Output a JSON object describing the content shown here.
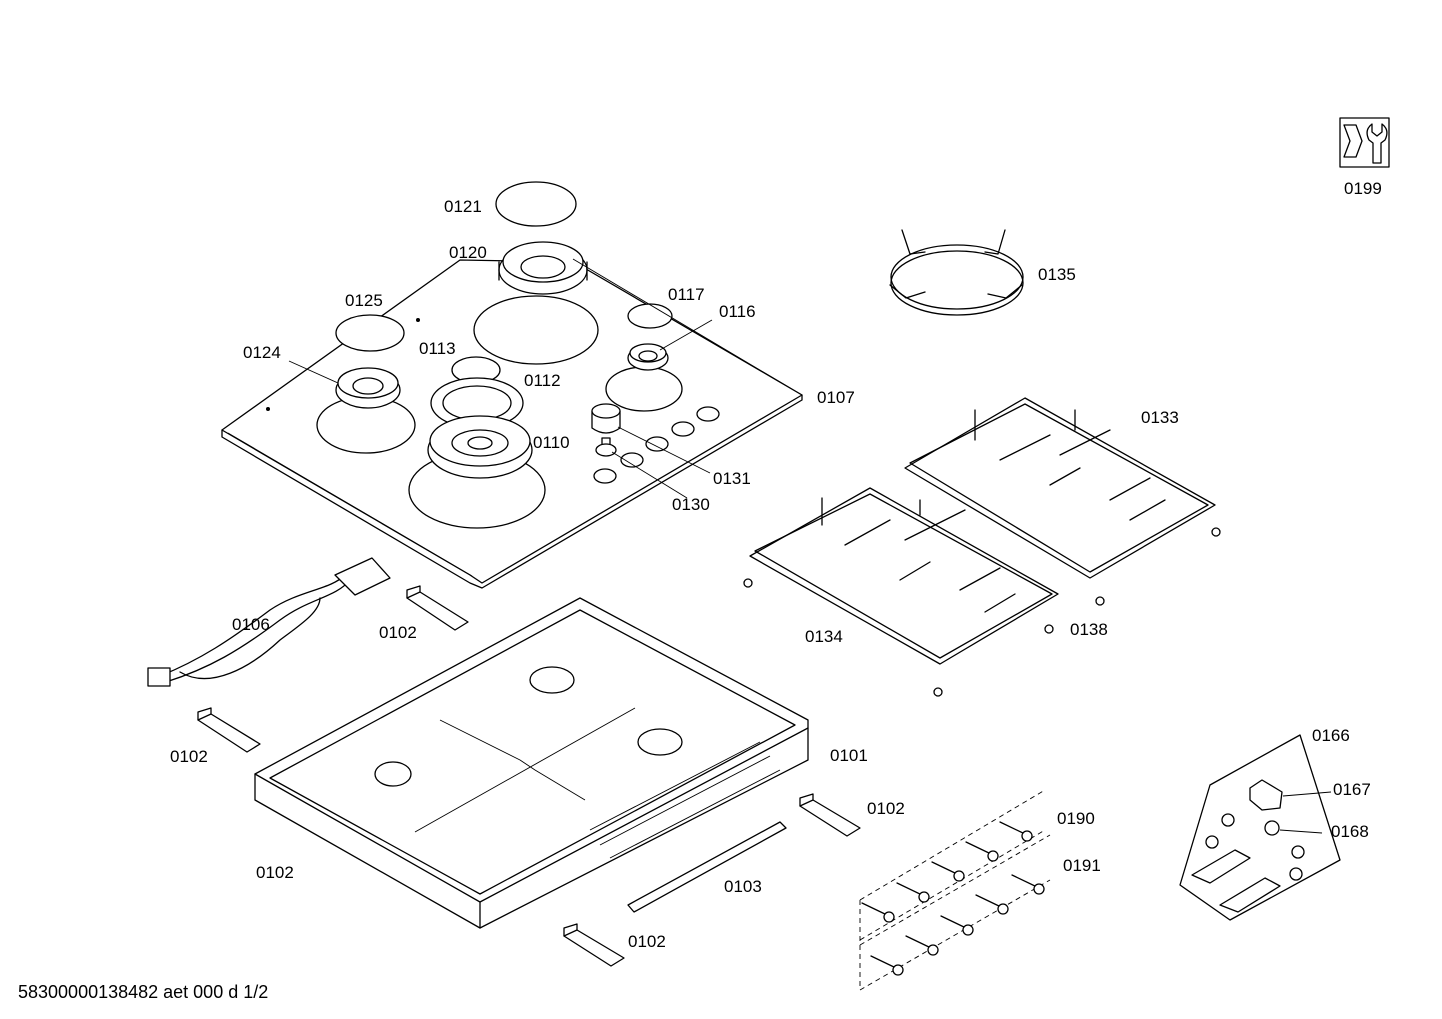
{
  "diagram": {
    "document_id": "58300000138482 aet 000 d 1/2",
    "service_icon": "wrench-service-icon",
    "parts": [
      {
        "id": "p0101",
        "label": "0101"
      },
      {
        "id": "p0102a",
        "label": "0102"
      },
      {
        "id": "p0102b",
        "label": "0102"
      },
      {
        "id": "p0102c",
        "label": "0102"
      },
      {
        "id": "p0102d",
        "label": "0102"
      },
      {
        "id": "p0102e",
        "label": "0102"
      },
      {
        "id": "p0103",
        "label": "0103"
      },
      {
        "id": "p0106",
        "label": "0106"
      },
      {
        "id": "p0107",
        "label": "0107"
      },
      {
        "id": "p0110",
        "label": "0110"
      },
      {
        "id": "p0112",
        "label": "0112"
      },
      {
        "id": "p0113",
        "label": "0113"
      },
      {
        "id": "p0116",
        "label": "0116"
      },
      {
        "id": "p0117",
        "label": "0117"
      },
      {
        "id": "p0120",
        "label": "0120"
      },
      {
        "id": "p0121",
        "label": "0121"
      },
      {
        "id": "p0124",
        "label": "0124"
      },
      {
        "id": "p0125",
        "label": "0125"
      },
      {
        "id": "p0130",
        "label": "0130"
      },
      {
        "id": "p0131",
        "label": "0131"
      },
      {
        "id": "p0133",
        "label": "0133"
      },
      {
        "id": "p0134",
        "label": "0134"
      },
      {
        "id": "p0135",
        "label": "0135"
      },
      {
        "id": "p0138",
        "label": "0138"
      },
      {
        "id": "p0166",
        "label": "0166"
      },
      {
        "id": "p0167",
        "label": "0167"
      },
      {
        "id": "p0168",
        "label": "0168"
      },
      {
        "id": "p0190",
        "label": "0190"
      },
      {
        "id": "p0191",
        "label": "0191"
      },
      {
        "id": "p0199",
        "label": "0199"
      }
    ]
  }
}
